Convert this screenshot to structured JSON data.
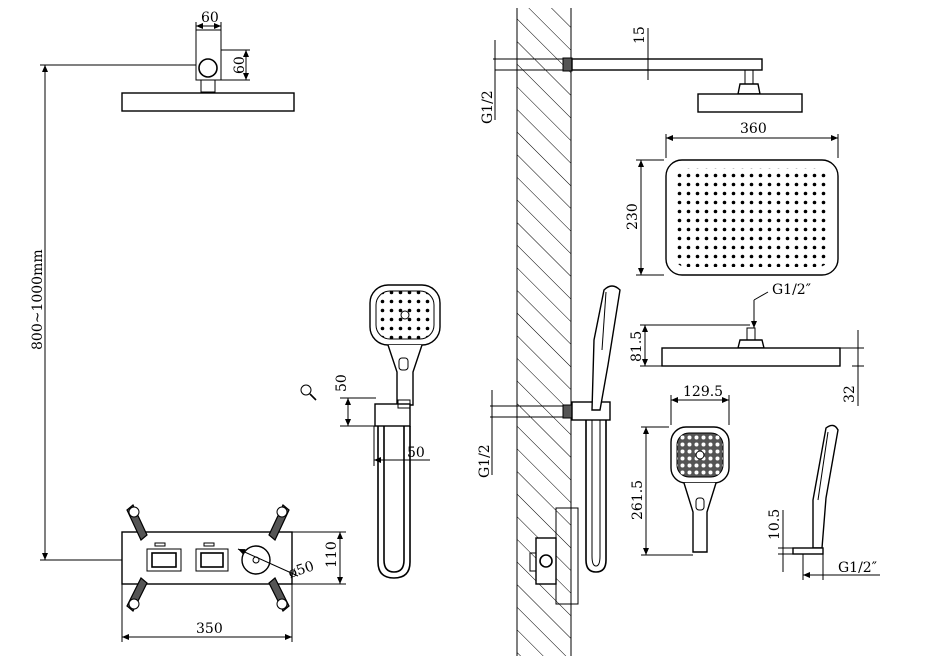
{
  "dimensions": {
    "arm_width": "60",
    "arm_height": "60",
    "range": "800~1000mm",
    "holder_height": "50",
    "holder_width": "50",
    "valve_width": "350",
    "valve_height": "110",
    "knob_dia": "ø50",
    "thread_top": "G1/2",
    "wall_offset": "15",
    "head_width": "360",
    "head_height": "230",
    "head_thread": "G1/2″",
    "head_depth": "81.5",
    "head_thickness": "32",
    "thread_bottom": "G1/2",
    "hand_width": "129.5",
    "hand_length": "261.5",
    "bracket_h": "10.5",
    "bracket_thread": "G1/2″"
  },
  "icons": {
    "zoom": "magnifier-icon"
  }
}
